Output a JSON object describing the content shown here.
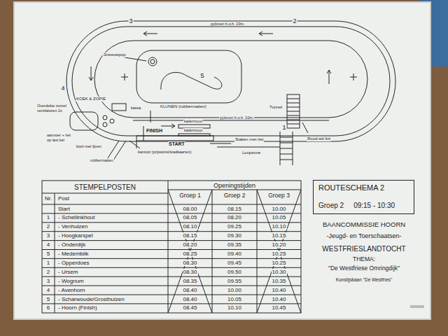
{
  "diagram": {
    "nodes": [
      {
        "text": [
          "ROUTESCHEMA 2",
          "Groep 2",
          "09:15 - 10:30"
        ]
      }
    ],
    "labels": [
      "3",
      "2",
      "4",
      "1",
      "5",
      "pylonen h.o.h. 10m.",
      "pylonen h.o.h. 10m.",
      "Sneeuwpop",
      "KLUNEN (rubbermatten)",
      "KOEK & ZOPIE",
      "kassa",
      "Tunnel",
      "Rood-wit lint",
      "Staken met riet",
      "Loopzone",
      "FINISH",
      "START",
      "kadermuur",
      "kadermuur",
      "kantoor (prijswinst/stadkaarten)",
      "rubbermatten",
      "Overdekte tunnel",
      "ventilatoren 2x",
      "aanvoer + riet",
      "op last bel",
      "boot met lijnen",
      "STEMPELPOSTEN",
      "Openingstijden",
      "Nr.",
      "Post",
      "Groep 1",
      "Groep 2",
      "Groep 3",
      "Start",
      "08.00",
      "08.15",
      "10.00",
      "1",
      "- Schellinkhout",
      "08.05",
      "08.20",
      "10.05",
      "2",
      "- Venhuizen",
      "08.10",
      "09.25",
      "10.10",
      "3",
      "- Hoogkarspel",
      "08.15",
      "09.30",
      "10.15",
      "4",
      "- Onderdijk",
      "08.20",
      "09.35",
      "10.20",
      "5",
      "- Medemblik",
      "08.25",
      "09.40",
      "10.25",
      "1",
      "- Opperdoes",
      "08.30",
      "09.45",
      "10.25",
      "2",
      "- Ursem",
      "08.30",
      "09.50",
      "10.30",
      "3",
      "- Wognum",
      "08.35",
      "09.55",
      "10.35",
      "4",
      "- Avenhorn",
      "08.40",
      "10.00",
      "10.40",
      "5",
      "- Scharwoude/Grosthuizen",
      "08.40",
      "10.05",
      "10.40",
      "6",
      "- Hoorn (Finish)",
      "08.45",
      "10.10",
      "10.45",
      "BAANCOMMISSIE HOORN",
      "-Jeugd- en Toerschaatsen-",
      "WESTFRIESLANDTOCHT",
      "THEMA:",
      "\"De Westfriese Omringdijk\"",
      "Kunstijsbaan \"De Westfries\""
    ]
  }
}
